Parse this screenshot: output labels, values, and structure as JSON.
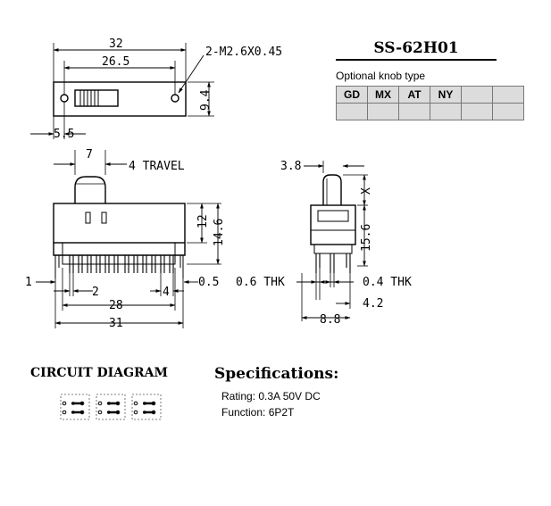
{
  "header": {
    "model": "SS-62H01",
    "knob_title": "Optional knob type",
    "knob_types": [
      "GD",
      "MX",
      "AT",
      "NY",
      "",
      ""
    ]
  },
  "dimensions": {
    "length": "32",
    "hole_spacing": "26.5",
    "screw": "2-M2.6X0.45",
    "height": "9.4",
    "edge_offset": "5.5",
    "knob_width": "7",
    "travel": "4 TRAVEL",
    "body_height": "12",
    "total_height": "14.6",
    "pin_offset": "1",
    "pitch": "2",
    "pin_width": "0.5",
    "pin_group": "4",
    "pin_span": "28",
    "body_length": "31",
    "knob_height": "3.8",
    "x_label": "X",
    "side_height": "15.6",
    "thk_left": "0.6 THK",
    "thk_right": "0.4 THK",
    "depth_small": "4.2",
    "depth": "8.8"
  },
  "circuit": {
    "title": "CIRCUIT DIAGRAM"
  },
  "specifications": {
    "title": "Specifications:",
    "rating": "Rating: 0.3A 50V DC",
    "function": "Function: 6P2T"
  }
}
